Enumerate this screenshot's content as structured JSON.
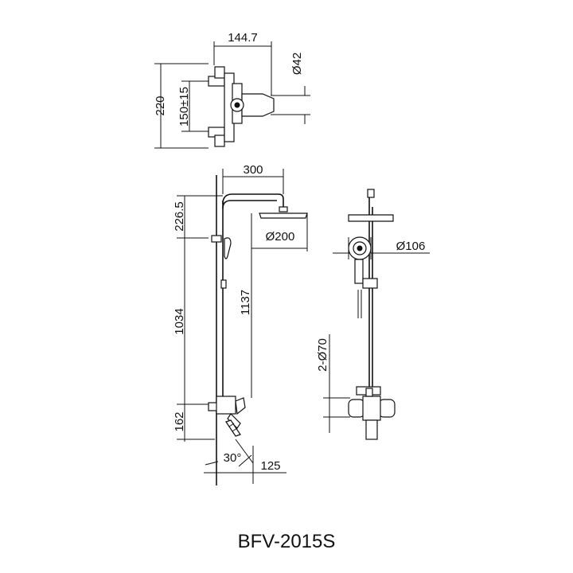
{
  "diagram": {
    "model": "BFV-2015S",
    "dimensions": {
      "mixer_width": "144.7",
      "outlet_diameter": "Ø42",
      "mixer_height": "220",
      "inlet_spacing": "150±15",
      "arm_reach": "300",
      "top_height": "226.5",
      "head_diameter": "Ø200",
      "rail_length": "1034",
      "riser_height": "1137",
      "mixer_to_floor": "162",
      "spout_angle": "30°",
      "spout_projection": "125",
      "hand_shower_diameter": "Ø106",
      "inlet_pipes": "2-Ø70"
    }
  }
}
